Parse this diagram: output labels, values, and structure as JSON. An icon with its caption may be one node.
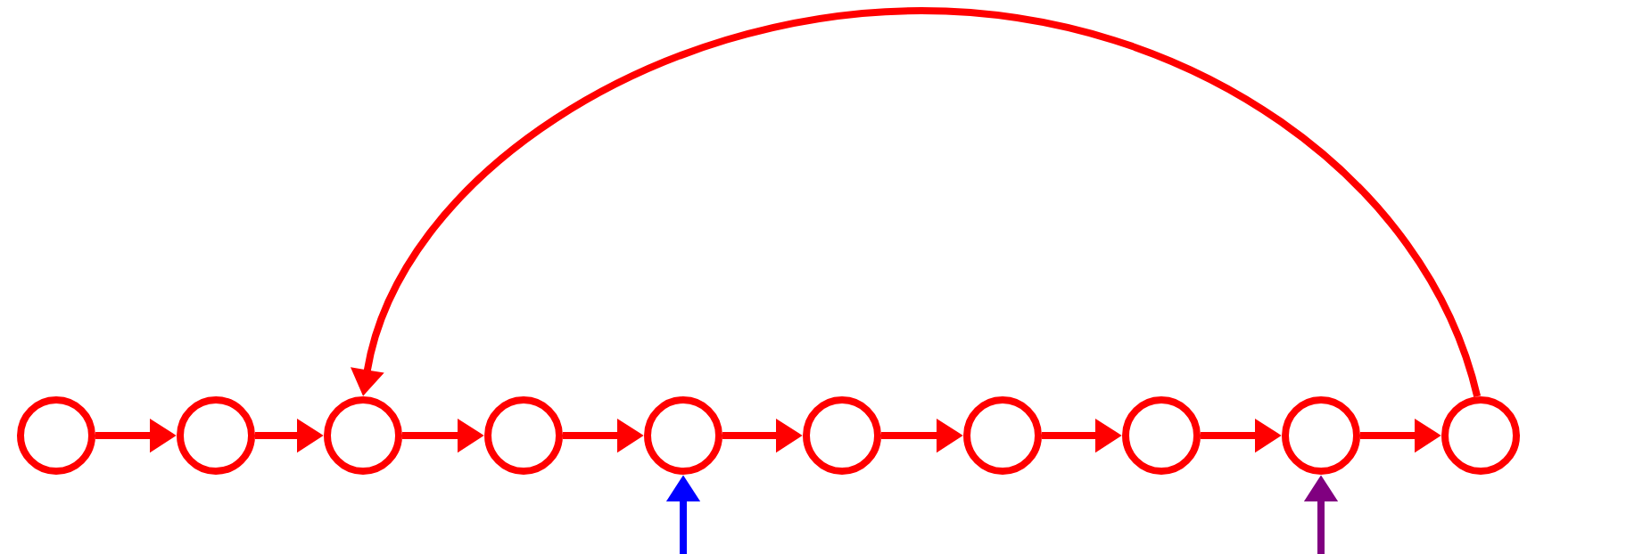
{
  "diagram": {
    "nodes": [
      {
        "text": [],
        "shape": "circle"
      },
      {
        "text": [],
        "shape": "circle"
      },
      {
        "text": [],
        "shape": "circle"
      },
      {
        "text": [],
        "shape": "circle"
      },
      {
        "text": [],
        "shape": "circle"
      },
      {
        "text": [],
        "shape": "circle"
      },
      {
        "text": [],
        "shape": "circle"
      },
      {
        "text": [],
        "shape": "circle"
      },
      {
        "text": [],
        "shape": "circle"
      },
      {
        "text": [],
        "shape": "circle"
      }
    ],
    "edges": [
      {
        "from": 0,
        "to": 1,
        "arrow": "to"
      },
      {
        "from": 1,
        "to": 2,
        "arrow": "to"
      },
      {
        "from": 2,
        "to": 3,
        "arrow": "to"
      },
      {
        "from": 3,
        "to": 4,
        "arrow": "to"
      },
      {
        "from": 4,
        "to": 5,
        "arrow": "to"
      },
      {
        "from": 5,
        "to": 6,
        "arrow": "to"
      },
      {
        "from": 6,
        "to": 7,
        "arrow": "to"
      },
      {
        "from": 7,
        "to": 8,
        "arrow": "to"
      },
      {
        "from": 8,
        "to": 9,
        "arrow": "to"
      },
      {
        "from": 9,
        "to": 2,
        "arrow": "to"
      },
      {
        "from": null,
        "to": 4,
        "arrow": "to",
        "color": "#0000ff"
      },
      {
        "from": null,
        "to": 8,
        "arrow": "to",
        "color": "#800080"
      }
    ]
  }
}
